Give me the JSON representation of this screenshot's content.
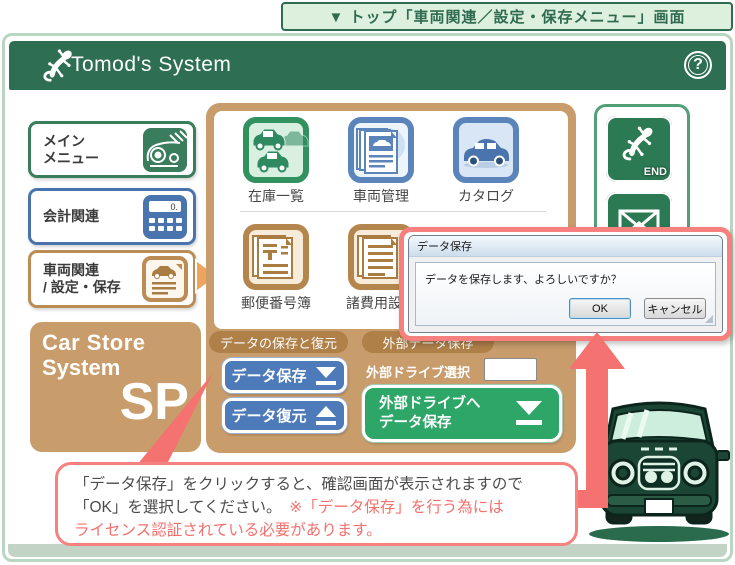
{
  "banner": {
    "title": "▼ トップ「車両関連／設定・保存メニュー」画面"
  },
  "header": {
    "title": "Tomod's System",
    "help_glyph": "?"
  },
  "sidebar": {
    "items": [
      {
        "line1": "メイン",
        "line2": "メニュー"
      },
      {
        "line1": "会計関連",
        "line2": "",
        "icon_display": "0."
      },
      {
        "line1": "車両関連",
        "line2": "/ 設定・保存"
      }
    ]
  },
  "main": {
    "row1": [
      {
        "label": "在庫一覧"
      },
      {
        "label": "車両管理"
      },
      {
        "label": "カタログ"
      }
    ],
    "row2": [
      {
        "label": "郵便番号簿"
      },
      {
        "label": "諸費用設定"
      }
    ]
  },
  "logo": {
    "line1": "Car Store",
    "line2": "System",
    "line3": "SP"
  },
  "backup": {
    "title": "データの保存と復元",
    "save": "データ保存",
    "restore": "データ復元"
  },
  "external": {
    "title": "外部データ保存",
    "drive_label": "外部ドライブ選択",
    "drive_value": "",
    "button_line1": "外部ドライブへ",
    "button_line2": "データ保存"
  },
  "right": {
    "end_label": "END"
  },
  "dialog": {
    "title": "データ保存",
    "message": "データを保存します、よろしいですか？",
    "ok": "OK",
    "cancel": "キャンセル"
  },
  "callout": {
    "gray1": "「データ保存」をクリックすると、確認画面が表示されますので",
    "gray2": "「OK」を選択してください。",
    "red2": "　※「データ保存」を行う為には",
    "red3": "ライセンス認証されている必要があります。"
  },
  "colors": {
    "header_green": "#2e6e53",
    "banner_green": "#2e6b50",
    "panel_tan": "#c89c6b",
    "pill_tan": "#b08049",
    "button_blue": "#4d7ab8",
    "button_green": "#2ea668",
    "accent_pink": "#f5807d",
    "alert_red_text": "#f4706d",
    "sidebar_green": "#3a7d5c",
    "sidebar_blue": "#4a73ae",
    "sidebar_tan": "#bb8d55"
  }
}
